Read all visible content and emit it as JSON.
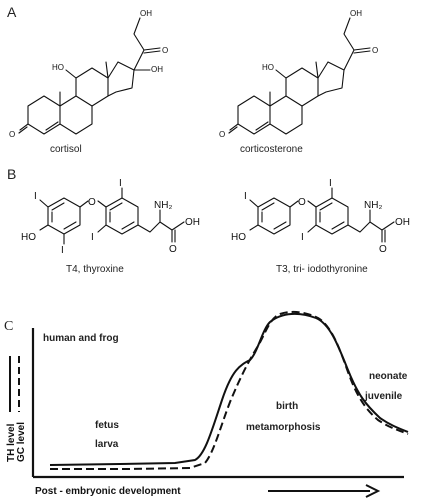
{
  "panels": {
    "a": {
      "letter": "A",
      "left": {
        "caption": "cortisol",
        "atoms": {
          "oh_chain": "OH",
          "o_chain": "O",
          "ho_ring": "HO",
          "oh_ring": "OH",
          "o_ketone": "O"
        }
      },
      "right": {
        "caption": "corticosterone",
        "atoms": {
          "oh_chain": "OH",
          "o_chain": "O",
          "ho_ring": "HO",
          "o_ketone": "O"
        }
      }
    },
    "b": {
      "letter": "B",
      "left": {
        "caption": "T4, thyroxine",
        "atoms": {
          "i1": "I",
          "i2": "I",
          "i3": "I",
          "i4": "I",
          "o_bridge": "O",
          "ho": "HO",
          "nh2": "NH₂",
          "oh": "OH",
          "o": "O"
        }
      },
      "right": {
        "caption": "T3, tri- iodothyronine",
        "atoms": {
          "i1": "I",
          "i2": "I",
          "i3": "I",
          "o_bridge": "O",
          "ho": "HO",
          "nh2": "NH₂",
          "oh": "OH",
          "o": "O"
        }
      }
    },
    "c": {
      "letter": "C",
      "annotations": {
        "top_left": "human and frog",
        "fetus": "fetus",
        "larva": "larva",
        "birth": "birth",
        "metamorphosis": "metamorphosis",
        "neonate": "neonate",
        "juvenile": "juvenile"
      },
      "legend": {
        "th": "TH level",
        "gc": "GC level"
      },
      "x_label": "Post - embryonic development",
      "series": {
        "th": {
          "style": "solid"
        },
        "gc": {
          "style": "dashed"
        }
      }
    }
  },
  "colors": {
    "ink": "#111111",
    "text": "#222222"
  }
}
